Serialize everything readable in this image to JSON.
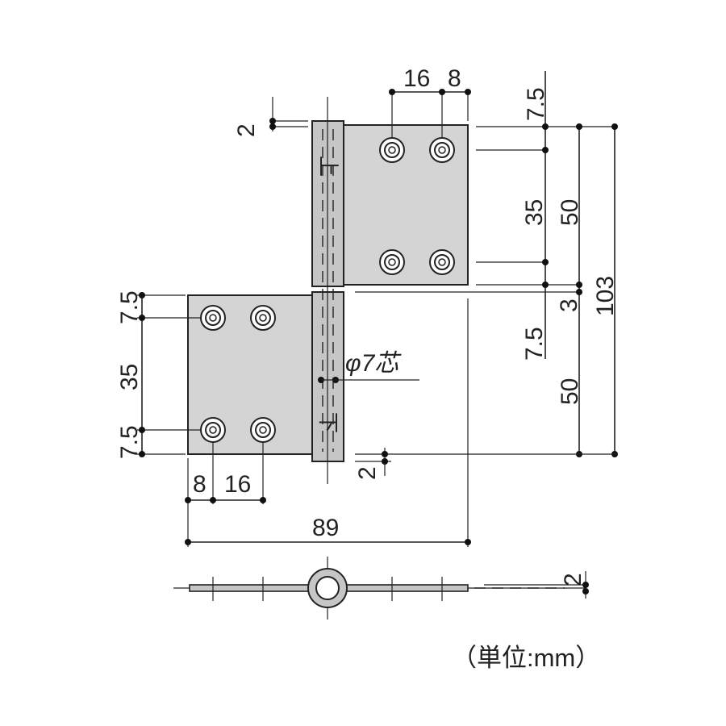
{
  "drawing": {
    "top_leaf": {
      "hole_spacing_h": "16",
      "edge_to_hole_h": "8",
      "edge_to_hole_v_top": "7.5",
      "hole_spacing_v": "35",
      "leaf_height": "50",
      "gap": "3",
      "edge_to_hole_v_bottom": "7.5"
    },
    "bottom_leaf": {
      "edge_to_hole_v_top": "7.5",
      "hole_spacing_v": "35",
      "edge_to_hole_v_bottom": "7.5",
      "edge_to_hole_h": "8",
      "hole_spacing_h": "16",
      "leaf_height": "50"
    },
    "overall_height": "103",
    "overall_width": "89",
    "knuckle_offset_top": "2",
    "knuckle_offset_bottom": "2",
    "pin_label": "φ7芯",
    "thickness": "2",
    "knuckle_marks": {
      "upper": "上",
      "lower": "下"
    }
  },
  "unit_label": "（単位:mm）"
}
